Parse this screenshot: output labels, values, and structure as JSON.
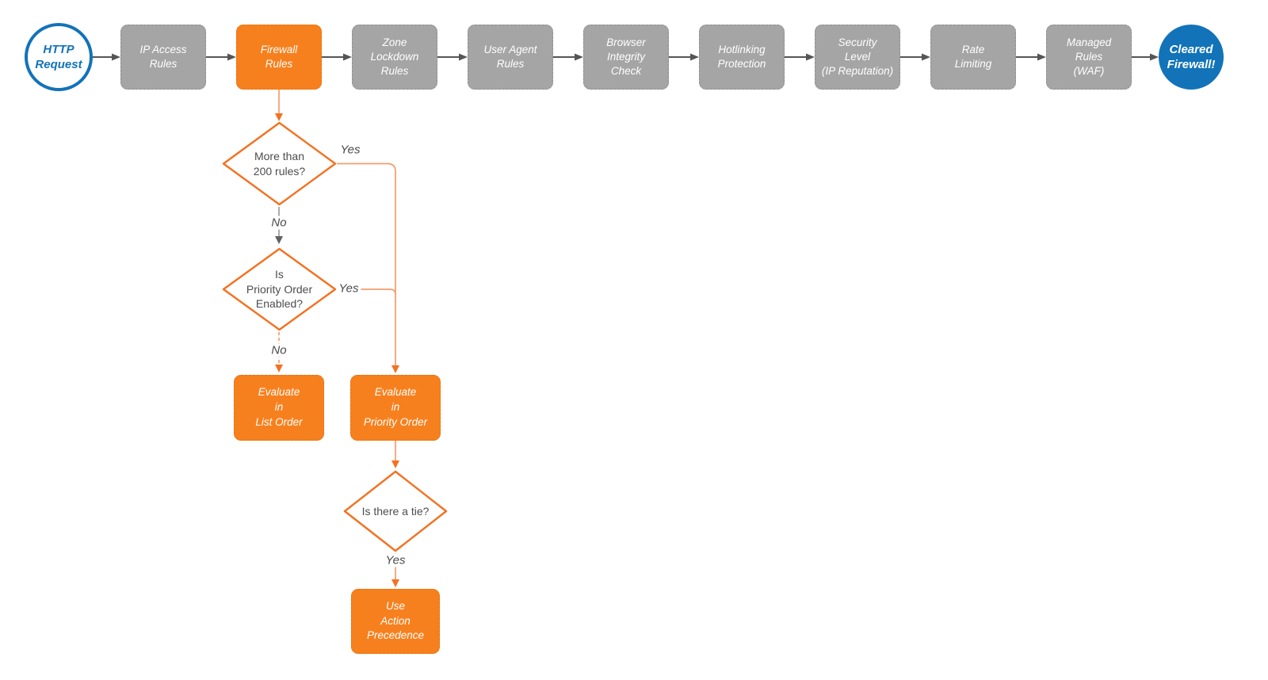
{
  "flow": {
    "start": {
      "label": "HTTP\nRequest"
    },
    "steps": [
      {
        "label": "IP Access\nRules"
      },
      {
        "label": "Firewall\nRules"
      },
      {
        "label": "Zone\nLockdown\nRules"
      },
      {
        "label": "User Agent\nRules"
      },
      {
        "label": "Browser\nIntegrity\nCheck"
      },
      {
        "label": "Hotlinking\nProtection"
      },
      {
        "label": "Security\nLevel\n(IP Reputation)"
      },
      {
        "label": "Rate\nLimiting"
      },
      {
        "label": "Managed\nRules\n(WAF)"
      }
    ],
    "end": {
      "label": "Cleared\nFirewall!"
    },
    "decisions": [
      {
        "label": "More than\n200 rules?"
      },
      {
        "label": "Is\nPriority Order\nEnabled?"
      },
      {
        "label": "Is there a tie?"
      }
    ],
    "processes": [
      {
        "label": "Evaluate\nin\nList Order"
      },
      {
        "label": "Evaluate\nin\nPriority Order"
      },
      {
        "label": "Use\nAction\nPrecedence"
      }
    ],
    "edge_labels": {
      "d1_yes": "Yes",
      "d1_no": "No",
      "d2_yes": "Yes",
      "d2_no": "No",
      "d3_yes": "Yes"
    },
    "colors": {
      "accent_orange": "#F7801E",
      "accent_blue": "#1273B8",
      "step_gray": "#A5A5A5",
      "connector_dark": "#555555",
      "connector_orange_line": "#F59C6E",
      "connector_orange_head": "#F4711F",
      "connector_gray_line": "#9E9E9E",
      "text_dark": "#4D4D4D"
    }
  }
}
